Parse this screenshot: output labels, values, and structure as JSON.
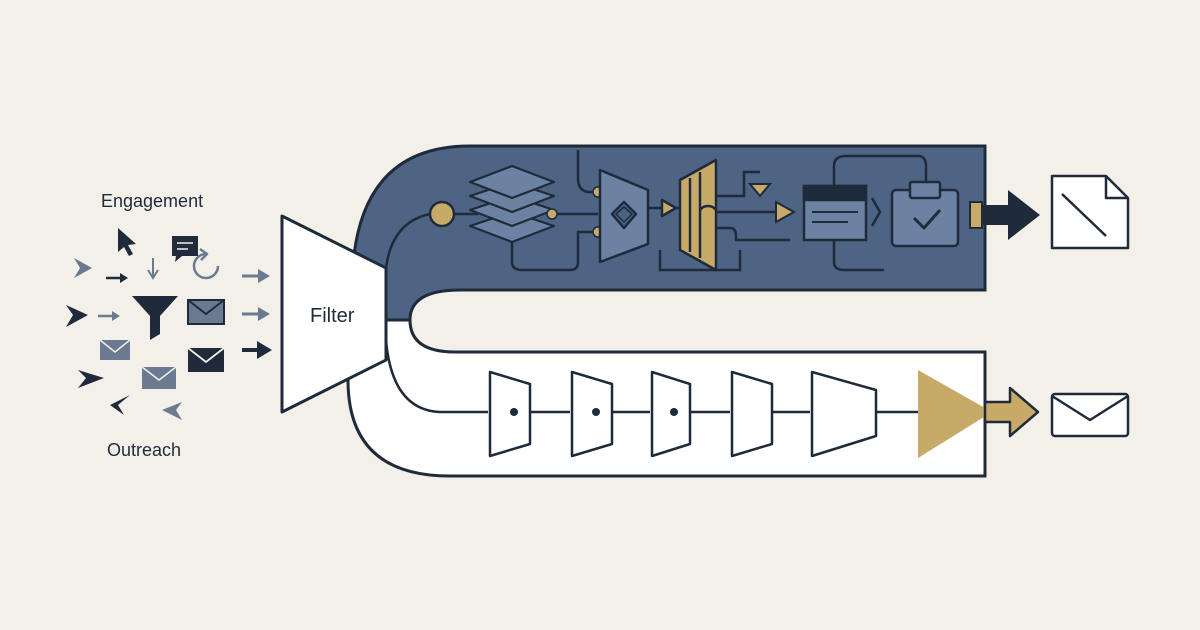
{
  "labels": {
    "engagement": "Engagement",
    "outreach": "Outreach",
    "filter": "Filter"
  },
  "colors": {
    "background": "#f3f0e9",
    "navy": "#1f2a3a",
    "slate": "#4e6485",
    "slate_light": "#6b82a3",
    "grey_icon": "#6b7a90",
    "gold": "#c8aa68",
    "white": "#ffffff"
  },
  "icons": {
    "input_cluster": [
      "chevron-right-icon",
      "arrow-right-icon",
      "cursor-icon",
      "arrow-down-icon",
      "chat-bubble-icon",
      "refresh-icon",
      "funnel-icon",
      "envelope-icon",
      "chevron-left-icon"
    ],
    "upper_lane": [
      "layers-icon",
      "mux-shape-icon",
      "gold-gate-icon",
      "window-icon",
      "clipboard-check-icon",
      "output-arrow-icon",
      "document-icon"
    ],
    "lower_lane": [
      "stage-trapezoid-icon",
      "gold-triangle-icon",
      "output-arrow-icon",
      "envelope-icon"
    ]
  }
}
